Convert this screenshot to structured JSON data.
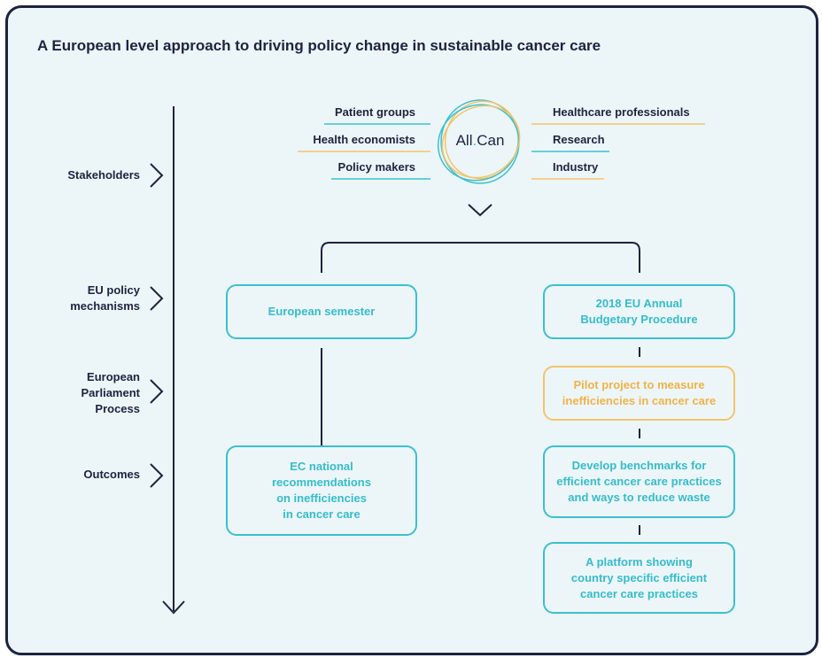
{
  "title": "A European level approach to driving policy change in sustainable cancer care",
  "stages": [
    {
      "lines": [
        "Stakeholders"
      ]
    },
    {
      "lines": [
        "EU policy",
        "mechanisms"
      ]
    },
    {
      "lines": [
        "European",
        "Parliament",
        "Process"
      ]
    },
    {
      "lines": [
        "Outcomes"
      ]
    }
  ],
  "logo": {
    "part1": "All",
    "dot": ".",
    "part2": "Can"
  },
  "stakeholders_left": [
    "Patient groups",
    "Health economists",
    "Policy makers"
  ],
  "stakeholders_right": [
    "Healthcare professionals",
    "Research",
    "Industry"
  ],
  "boxes": {
    "european_semester": [
      "European semester"
    ],
    "budgetary_procedure": [
      "2018 EU Annual",
      "Budgetary Procedure"
    ],
    "pilot_project": [
      "Pilot project to measure",
      "inefficiencies in cancer care"
    ],
    "ec_recommendations": [
      "EC national",
      "recommendations",
      "on inefficiencies",
      "in cancer care"
    ],
    "benchmarks": [
      "Develop benchmarks for",
      "efficient cancer care practices",
      "and ways to reduce waste"
    ],
    "platform": [
      "A platform showing",
      "country specific efficient",
      "cancer care practices"
    ]
  },
  "colors": {
    "navy": "#1d2340",
    "teal": "#3dbfcf",
    "orange": "#f3c46b",
    "background": "#ecf6f8"
  }
}
